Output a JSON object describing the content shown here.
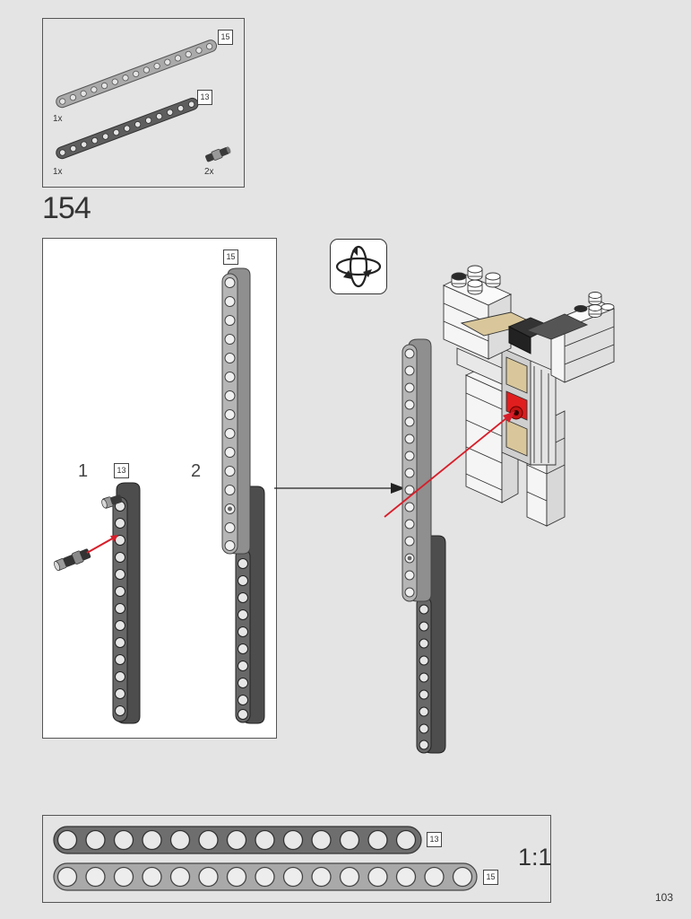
{
  "parts_list": {
    "items": [
      {
        "quantity": "1x",
        "length_tag": "15",
        "icon": "technic-beam-15-light-gray"
      },
      {
        "quantity": "1x",
        "length_tag": "13",
        "icon": "technic-beam-13-dark-gray"
      },
      {
        "quantity": "2x",
        "icon": "technic-pin-connector"
      }
    ]
  },
  "step": {
    "number": "154"
  },
  "subassembly": {
    "substeps": [
      {
        "number": "1",
        "length_tag": "13"
      },
      {
        "number": "2",
        "length_tag": "15"
      }
    ]
  },
  "rotate_icon": "rotate-model-icon",
  "scale_reference": {
    "label": "1:1",
    "beams": [
      {
        "length_tag": "13",
        "color": "#6e6e6e",
        "holes": 13
      },
      {
        "length_tag": "15",
        "color": "#a9a9a9",
        "holes": 15
      }
    ]
  },
  "colors": {
    "dark_gray_beam": "#5e5e5e",
    "light_gray_beam": "#a9a9a9",
    "callout_arrow": "#d81e2a",
    "tan": "#d9c79b"
  },
  "page_number": "103"
}
